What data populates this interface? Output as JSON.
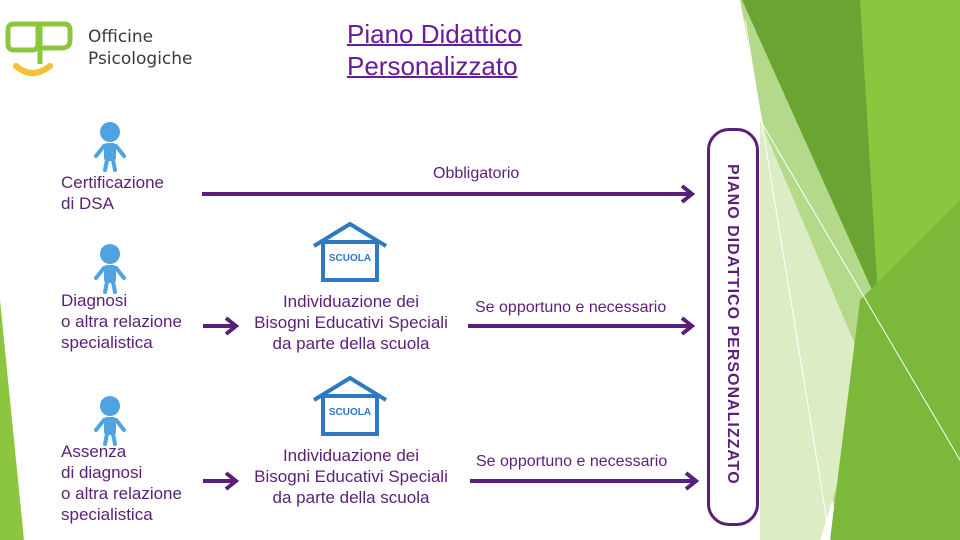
{
  "brand": {
    "line1": "Officine",
    "line2": "Psicologiche"
  },
  "title": {
    "line1": "Piano Didattico",
    "line2": "Personalizzato"
  },
  "rows": [
    {
      "source": [
        "Certificazione",
        "di DSA"
      ],
      "arrow_label": "Obbligatorio"
    },
    {
      "source": [
        "Diagnosi",
        "o altra relazione",
        "specialistica"
      ],
      "school_label": "SCUOLA",
      "middle": [
        "Individuazione dei",
        "Bisogni Educativi Speciali",
        "da parte della scuola"
      ],
      "arrow_label": "Se opportuno e necessario"
    },
    {
      "source": [
        "Assenza",
        "di diagnosi",
        "o altra relazione",
        "specialistica"
      ],
      "school_label": "SCUOLA",
      "middle": [
        "Individuazione dei",
        "Bisogni Educativi Speciali",
        "da parte della scuola"
      ],
      "arrow_label": "Se opportuno e necessario"
    }
  ],
  "target": "PIANO DIDATTICO PERSONALIZZATO",
  "colors": {
    "accent": "#5b1f7a",
    "person": "#4fa3e0",
    "school": "#2f78c2",
    "green_dark": "#5a9a2c",
    "green_light": "#8cc63f"
  }
}
